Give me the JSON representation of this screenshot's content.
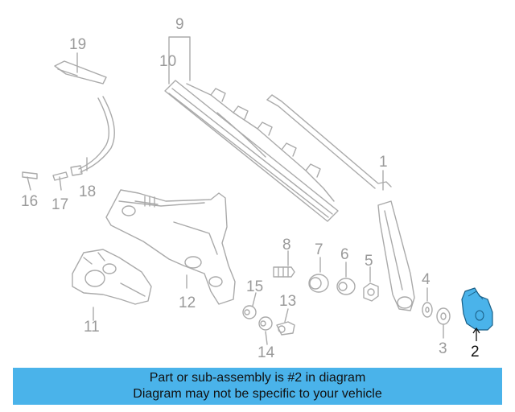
{
  "callouts": {
    "c1": "1",
    "c2": "2",
    "c3": "3",
    "c4": "4",
    "c5": "5",
    "c6": "6",
    "c7": "7",
    "c8": "8",
    "c9": "9",
    "c10": "10",
    "c11": "11",
    "c12": "12",
    "c13": "13",
    "c14": "14",
    "c15": "15",
    "c16": "16",
    "c17": "17",
    "c18": "18",
    "c19": "19"
  },
  "highlighted_part": "2",
  "banner": {
    "line1": "Part or sub-assembly is #2 in diagram",
    "line2": "Diagram may not be specific to your vehicle"
  },
  "colors": {
    "highlight": "#4ab3ea",
    "banner_bg": "#4ab3ea",
    "line_art": "#aaaaaa",
    "callout_text": "#9a9a9a",
    "highlight_text": "#111111"
  }
}
